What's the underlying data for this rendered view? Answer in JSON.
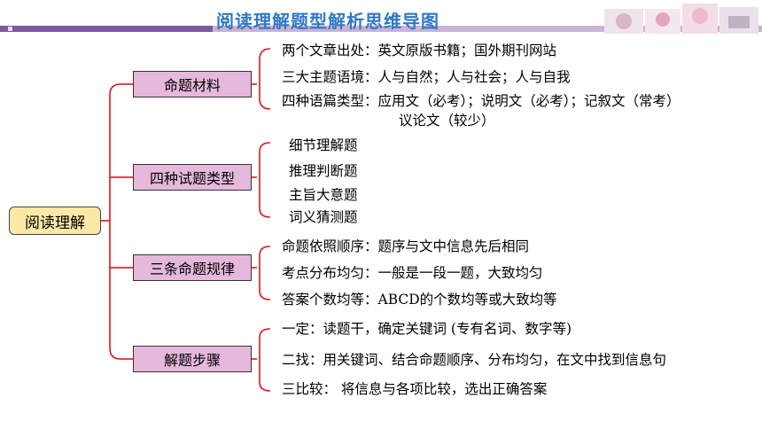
{
  "title": "阅读理解题型解析思维导图",
  "root": "阅读理解",
  "branches": [
    {
      "label": "命题材料",
      "items": [
        "两个文章出处：英文原版书籍；国外期刊网站",
        "三大主题语境：人与自然；人与社会；人与自我",
        "四种语篇类型：应用文（必考）；说明文（必考）；记叙文（常考）",
        "议论文（较少）"
      ]
    },
    {
      "label": "四种试题类型",
      "items": [
        "细节理解题",
        "推理判断题",
        "主旨大意题",
        "词义猜测题"
      ]
    },
    {
      "label": "三条命题规律",
      "items": [
        "命题依照顺序：题序与文中信息先后相同",
        "考点分布均匀：一般是一段一题，大致均匀",
        "答案个数均等：ABCD的个数均等或大致均等"
      ]
    },
    {
      "label": "解题步骤",
      "items": [
        "一定：读题干，确定关键词 (专有名词、数字等)",
        "二找：用关键词、结合命题顺序、分布均匀，在文中找到信息句",
        "三比较： 将信息与各项比较，选出正确答案"
      ]
    }
  ],
  "colors": {
    "title": "#2f78c6",
    "line": "#e0141e",
    "branch_fill": "#e6b8dc",
    "root_fill": "#fbe9a8",
    "header_bar": "#c9b3d6"
  }
}
